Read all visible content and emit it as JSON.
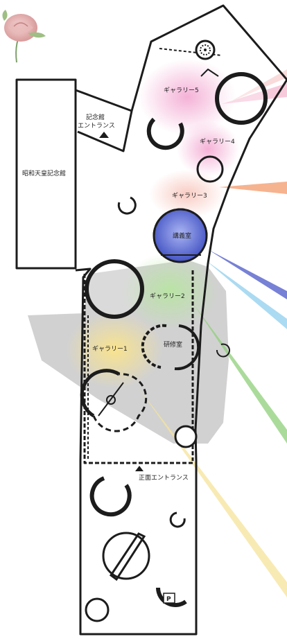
{
  "labels": {
    "memorial_hall": "昭和天皇記念館",
    "memorial_entrance_line1": "記念館",
    "memorial_entrance_line2": "エントランス",
    "gallery5": "ギャラリー5",
    "gallery4": "ギャラリー4",
    "gallery3": "ギャラリー3",
    "lecture_room": "講義室",
    "gallery2": "ギャラリー2",
    "training_room": "研修室",
    "gallery1": "ギャラリー1",
    "main_entrance": "正面エントランス",
    "parking_sign": "P"
  },
  "colors": {
    "wall": "#1c1c1c",
    "gallery5": "#f3b8d8",
    "gallery4": "#f7c6c6",
    "gallery3": "#f9d3cc",
    "lecture": "#5a6ad8",
    "gallery2": "#bfe6a8",
    "gallery1": "#fbe79a",
    "shadow": "#c9c9c9",
    "ray_orange": "#f39a6a",
    "ray_blue": "#4a58c8",
    "ray_cyan": "#8fd0ee",
    "ray_green": "#8fd07a",
    "ray_yellow": "#f6e39a",
    "ray_pink": "#f5b9cf"
  },
  "icons": [
    "rose-image",
    "spiral-icon",
    "parking-icon"
  ]
}
